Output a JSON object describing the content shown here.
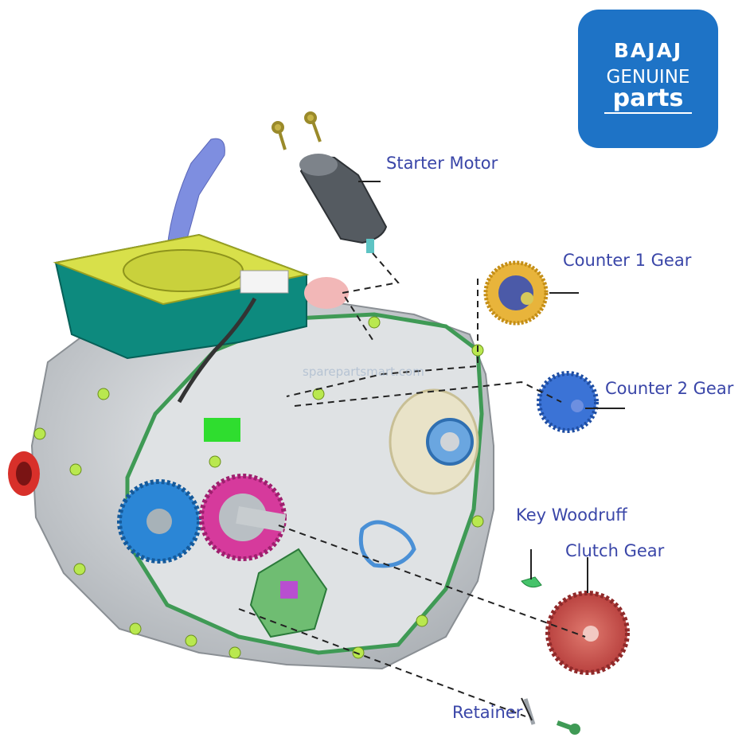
{
  "logo": {
    "brand": "BAJAJ",
    "line2": "GENUINE",
    "line3": "parts",
    "bg_color": "#1e73c6"
  },
  "labels": {
    "starter_motor": "Starter Motor",
    "counter_1_gear": "Counter 1 Gear",
    "counter_2_gear": "Counter 2 Gear",
    "key_woodruff": "Key Woodruff",
    "clutch_gear": "Clutch Gear",
    "retainer": "Retainer"
  },
  "watermark": "sparepartsmart.com",
  "colors": {
    "label_text": "#3a46a8",
    "engine_body": "#cfd3d6",
    "gasket_green": "#3f9a55",
    "cylinder_teal": "#0d8a7e",
    "cylinder_yellow": "#d8e04a",
    "gear_blue": "#2b86d6",
    "gear_magenta": "#d63a9c",
    "gear_orange": "#e8b43b",
    "gear_red": "#c94747"
  }
}
